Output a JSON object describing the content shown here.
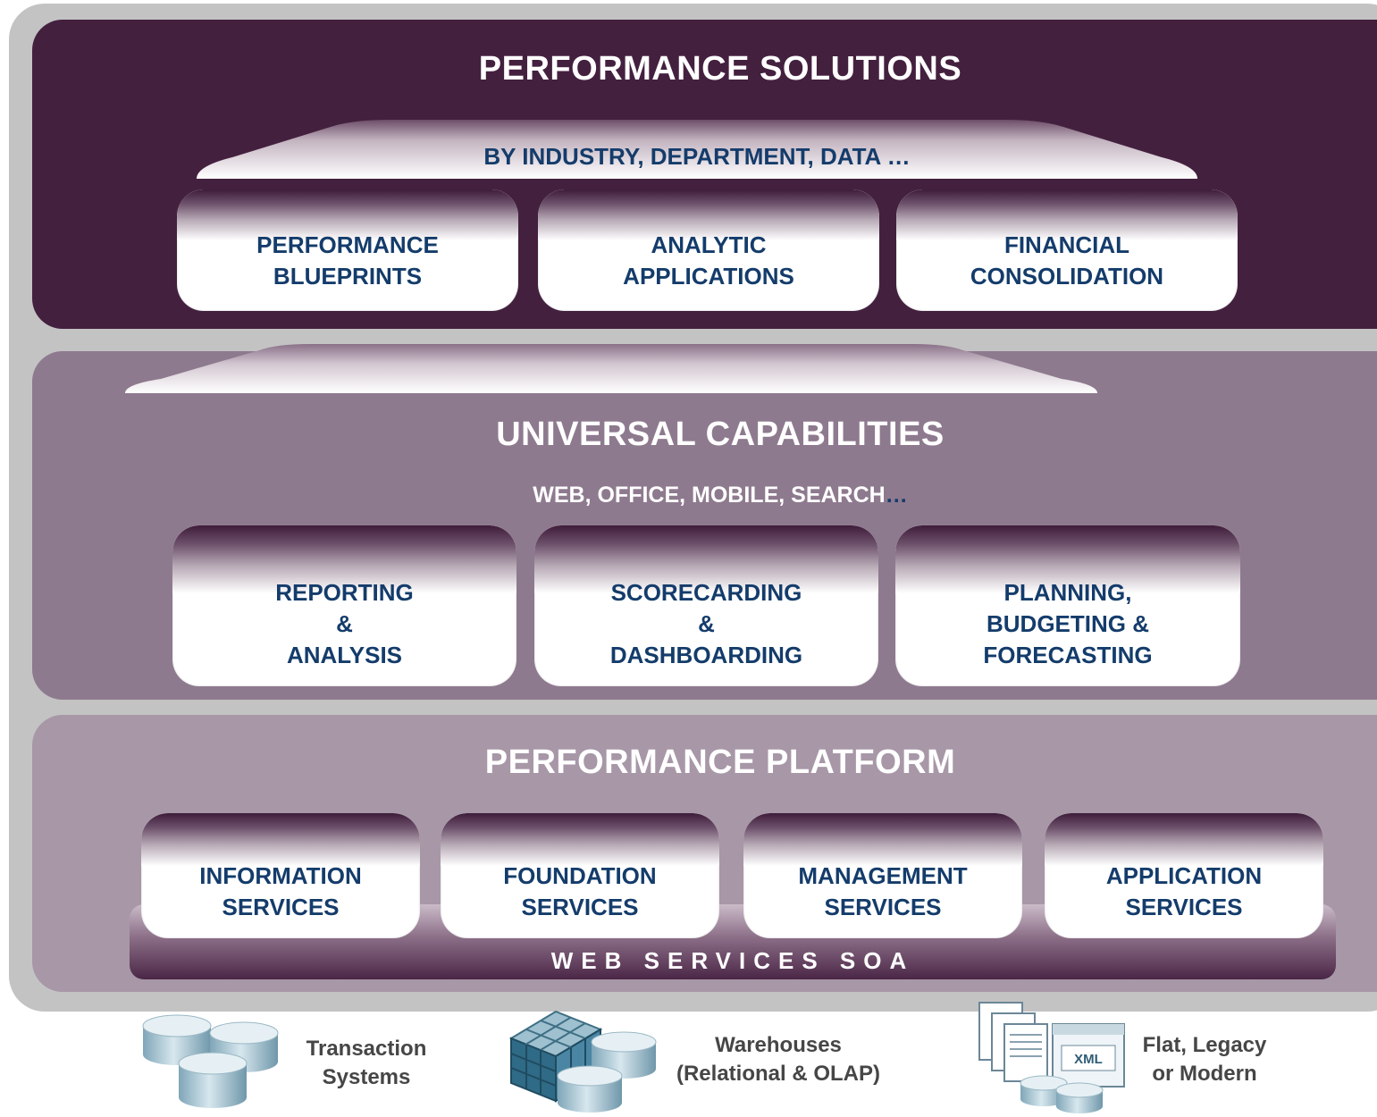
{
  "solutions": {
    "title": "PERFORMANCE SOLUTIONS",
    "subtitle": "BY INDUSTRY, DEPARTMENT, DATA …",
    "items": [
      "PERFORMANCE\nBLUEPRINTS",
      "ANALYTIC\nAPPLICATIONS",
      "FINANCIAL\nCONSOLIDATION"
    ]
  },
  "capabilities": {
    "title": "UNIVERSAL CAPABILITIES",
    "subtitle_main": "WEB, OFFICE, MOBILE, SEARCH",
    "subtitle_ellipsis": "…",
    "items": [
      "REPORTING\n&\nANALYSIS",
      "SCORECARDING\n&\nDASHBOARDING",
      "PLANNING,\nBUDGETING &\nFORECASTING"
    ]
  },
  "platform": {
    "title": "PERFORMANCE PLATFORM",
    "items": [
      "INFORMATION\nSERVICES",
      "FOUNDATION\nSERVICES",
      "MANAGEMENT\nSERVICES",
      "APPLICATION\nSERVICES"
    ],
    "bar_label": "WEB SERVICES SOA"
  },
  "sources": [
    {
      "label": "Transaction\nSystems",
      "icon": "database-icon"
    },
    {
      "label": "Warehouses\n(Relational & OLAP)",
      "icon": "olap-cube-icon"
    },
    {
      "label": "Flat, Legacy\nor Modern",
      "icon": "xml-documents-icon",
      "xml_badge": "XML"
    }
  ],
  "colors": {
    "solutions_band": "#44203f",
    "capabilities_band": "#8e7a8e",
    "platform_band": "#a797a7",
    "box_text": "#143c6b",
    "source_text": "#464646"
  }
}
